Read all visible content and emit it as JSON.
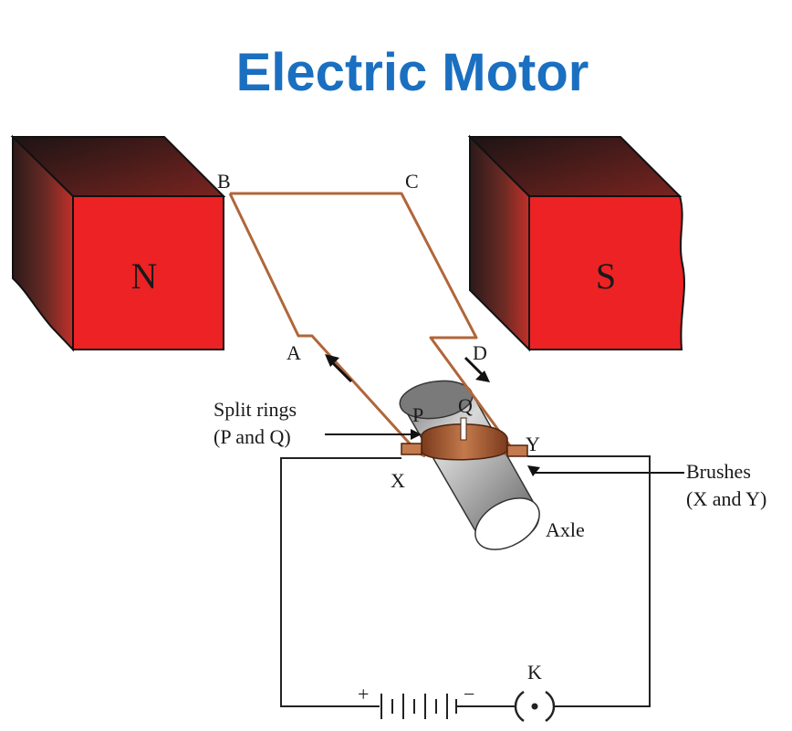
{
  "title": "Electric Motor",
  "colors": {
    "title": "#1a6fc0",
    "magnet_face": "#ed2224",
    "coil": "#b0663a",
    "wire": "#222222",
    "ring": "#a0522d",
    "axle": "#bdbdbd"
  },
  "magnets": {
    "north": "N",
    "south": "S"
  },
  "coil_labels": {
    "a": "A",
    "b": "B",
    "c": "C",
    "d": "D"
  },
  "commutator": {
    "ring_p": "P",
    "ring_q": "Q",
    "split_rings_line1": "Split rings",
    "split_rings_line2": "(P and Q)"
  },
  "brushes": {
    "x": "X",
    "y": "Y",
    "label_line1": "Brushes",
    "label_line2": "(X and Y)"
  },
  "axle_label": "Axle",
  "circuit": {
    "plus": "+",
    "minus": "−",
    "key": "K"
  }
}
